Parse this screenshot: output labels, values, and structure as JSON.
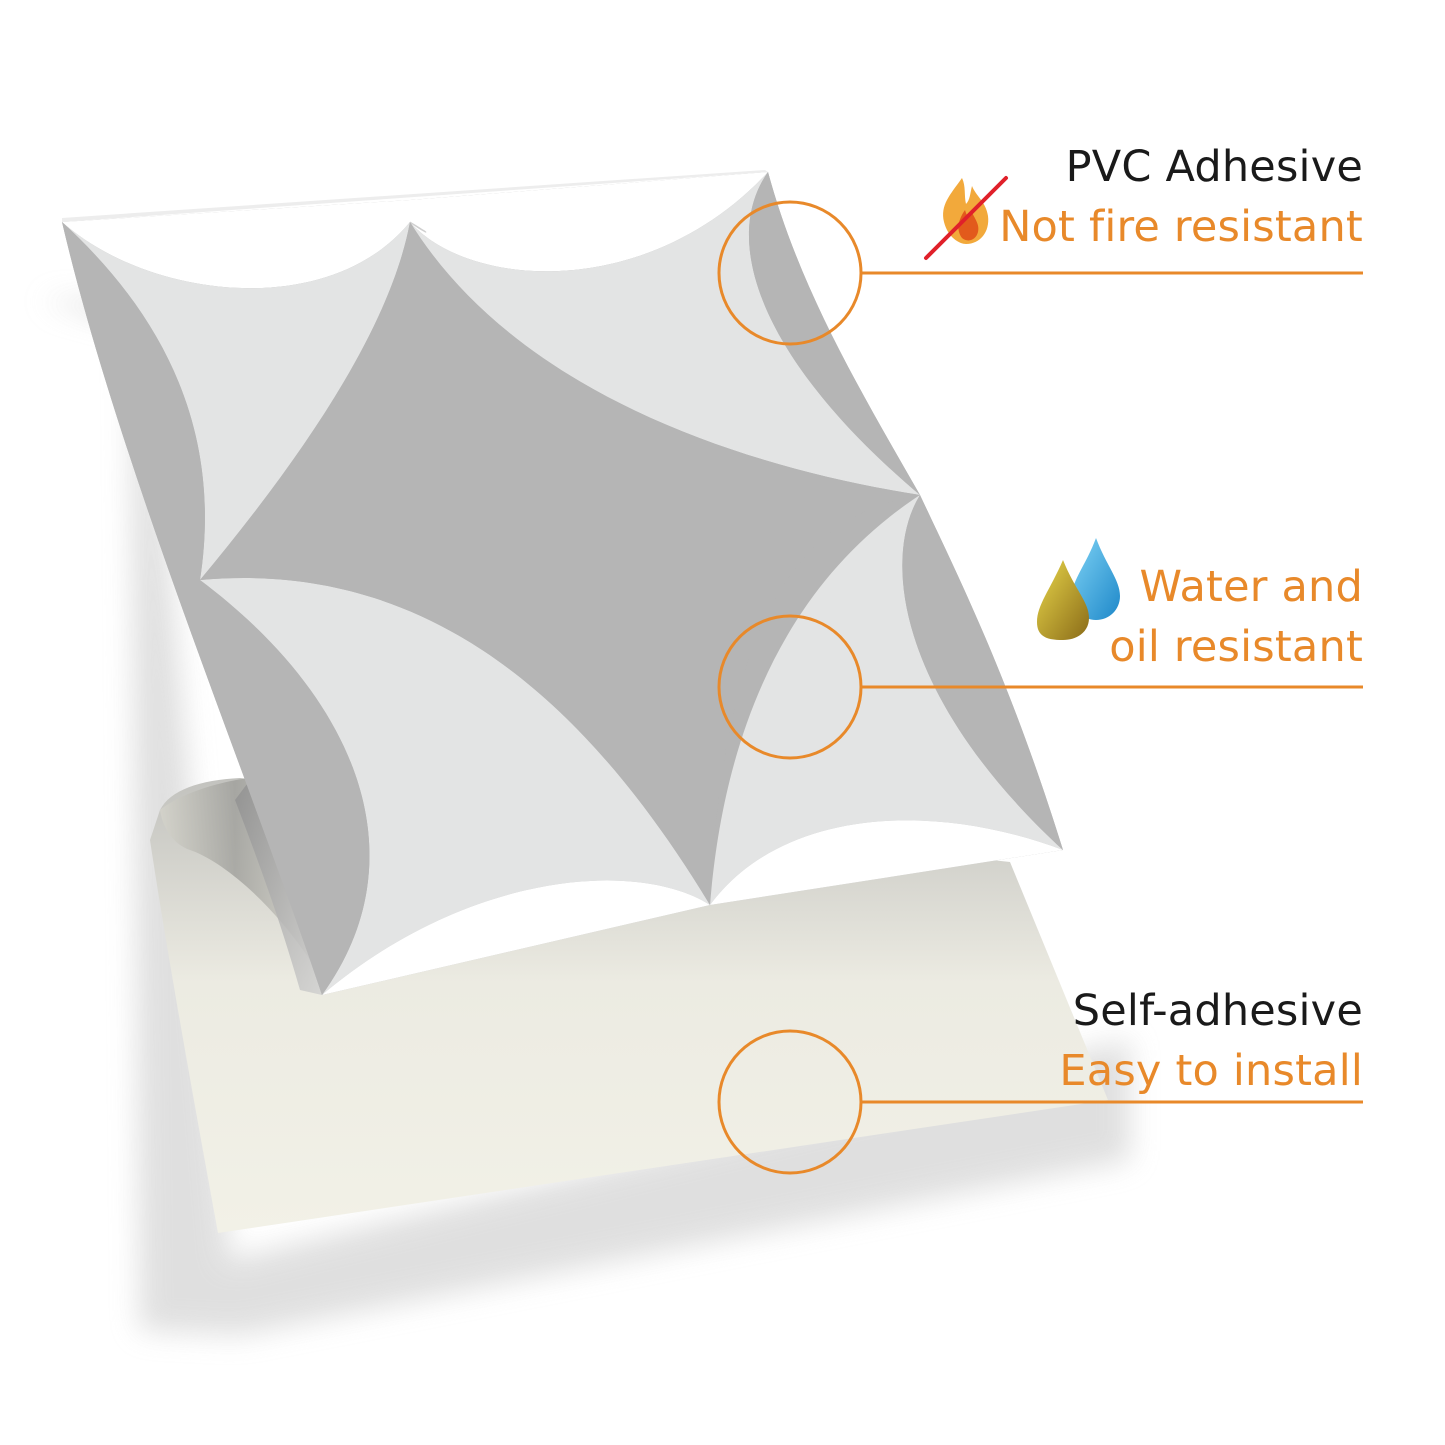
{
  "colors": {
    "accent": "#E8892A",
    "primary": "#1A1A1A",
    "tile_light": "#E3E4E4",
    "tile_dark": "#B5B5B5",
    "tile_white": "#FFFFFF",
    "backing_paper": "#F1F0E6",
    "shadow": "#D9D9D9"
  },
  "features": [
    {
      "id": "pvc",
      "icon": "no-fire-icon",
      "title": "PVC Adhesive",
      "subtitle": "Not fire resistant"
    },
    {
      "id": "water-oil",
      "icon": "water-oil-drops-icon",
      "title": "",
      "subtitle_line1": "Water and",
      "subtitle_line2": "oil resistant"
    },
    {
      "id": "self-adhesive",
      "icon": "",
      "title": "Self-adhesive",
      "subtitle": "Easy to install"
    }
  ]
}
